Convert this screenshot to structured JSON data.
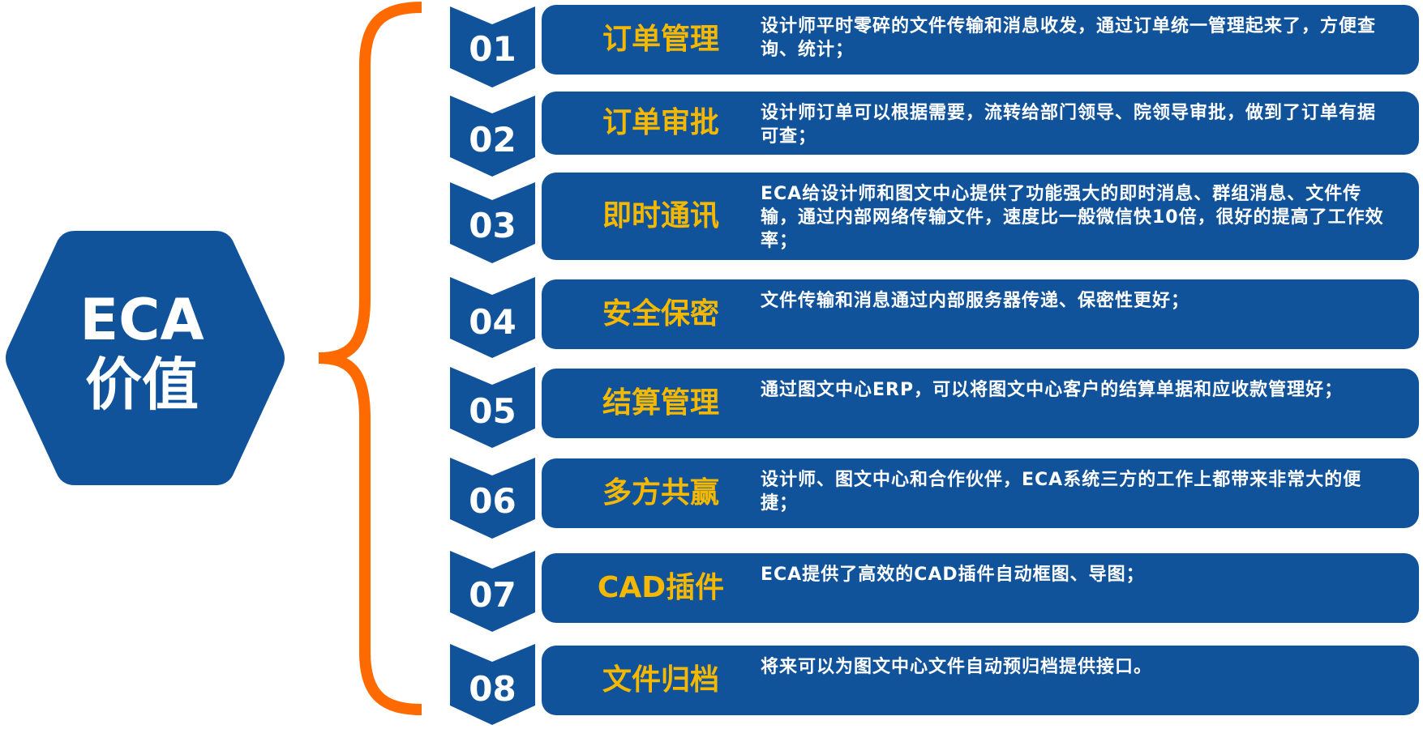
{
  "center": {
    "line1": "ECA",
    "line2": "价值"
  },
  "colors": {
    "blue": "#11539b",
    "orange": "#ff6a00",
    "gold": "#f5b800"
  },
  "items": [
    {
      "num": "01",
      "label": "订单管理",
      "desc": "设计师平时零碎的文件传输和消息收发，通过订单统一管理起来了，方便查询、统计；"
    },
    {
      "num": "02",
      "label": "订单审批",
      "desc": "设计师订单可以根据需要，流转给部门领导、院领导审批，做到了订单有据可查；"
    },
    {
      "num": "03",
      "label": "即时通讯",
      "desc": "ECA给设计师和图文中心提供了功能强大的即时消息、群组消息、文件传输，通过内部网络传输文件，速度比一般微信快10倍，很好的提高了工作效率；"
    },
    {
      "num": "04",
      "label": "安全保密",
      "desc": "文件传输和消息通过内部服务器传递、保密性更好；"
    },
    {
      "num": "05",
      "label": "结算管理",
      "desc": "通过图文中心ERP，可以将图文中心客户的结算单据和应收款管理好；"
    },
    {
      "num": "06",
      "label": "多方共赢",
      "desc": "设计师、图文中心和合作伙伴，ECA系统三方的工作上都带来非常大的便捷；"
    },
    {
      "num": "07",
      "label": "CAD插件",
      "desc": "ECA提供了高效的CAD插件自动框图、导图；"
    },
    {
      "num": "08",
      "label": "文件归档",
      "desc": "将来可以为图文中心文件自动预归档提供接口。"
    }
  ]
}
